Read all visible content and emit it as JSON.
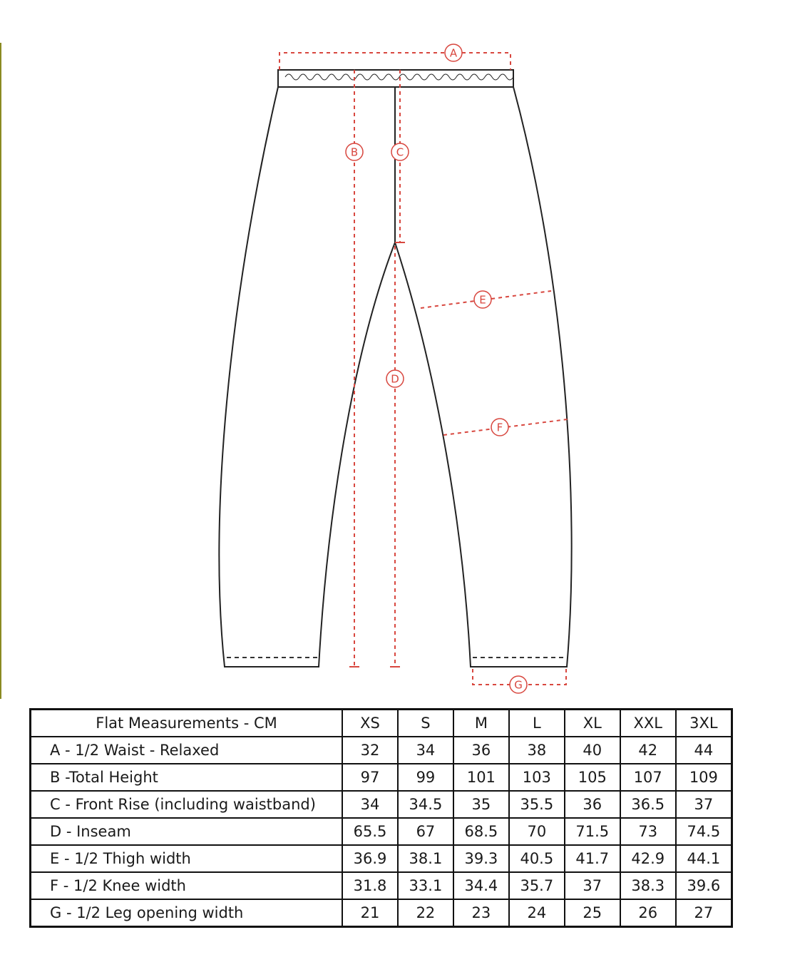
{
  "diagram": {
    "markers": {
      "a": "A",
      "b": "B",
      "c": "C",
      "d": "D",
      "e": "E",
      "f": "F",
      "g": "G"
    },
    "colors": {
      "outline": "#222222",
      "measure": "#d8473f"
    }
  },
  "table": {
    "corner_label": "Flat Measurements - CM",
    "sizes": [
      "XS",
      "S",
      "M",
      "L",
      "XL",
      "XXL",
      "3XL"
    ],
    "rows": [
      {
        "label": "A - 1/2 Waist - Relaxed",
        "values": [
          "32",
          "34",
          "36",
          "38",
          "40",
          "42",
          "44"
        ]
      },
      {
        "label": "B -Total Height",
        "values": [
          "97",
          "99",
          "101",
          "103",
          "105",
          "107",
          "109"
        ]
      },
      {
        "label": "C - Front Rise (including waistband)",
        "values": [
          "34",
          "34.5",
          "35",
          "35.5",
          "36",
          "36.5",
          "37"
        ]
      },
      {
        "label": "D - Inseam",
        "values": [
          "65.5",
          "67",
          "68.5",
          "70",
          "71.5",
          "73",
          "74.5"
        ]
      },
      {
        "label": "E - 1/2 Thigh width",
        "values": [
          "36.9",
          "38.1",
          "39.3",
          "40.5",
          "41.7",
          "42.9",
          "44.1"
        ]
      },
      {
        "label": "F - 1/2 Knee width",
        "values": [
          "31.8",
          "33.1",
          "34.4",
          "35.7",
          "37",
          "38.3",
          "39.6"
        ]
      },
      {
        "label": "G - 1/2 Leg opening width",
        "values": [
          "21",
          "22",
          "23",
          "24",
          "25",
          "26",
          "27"
        ]
      }
    ]
  }
}
